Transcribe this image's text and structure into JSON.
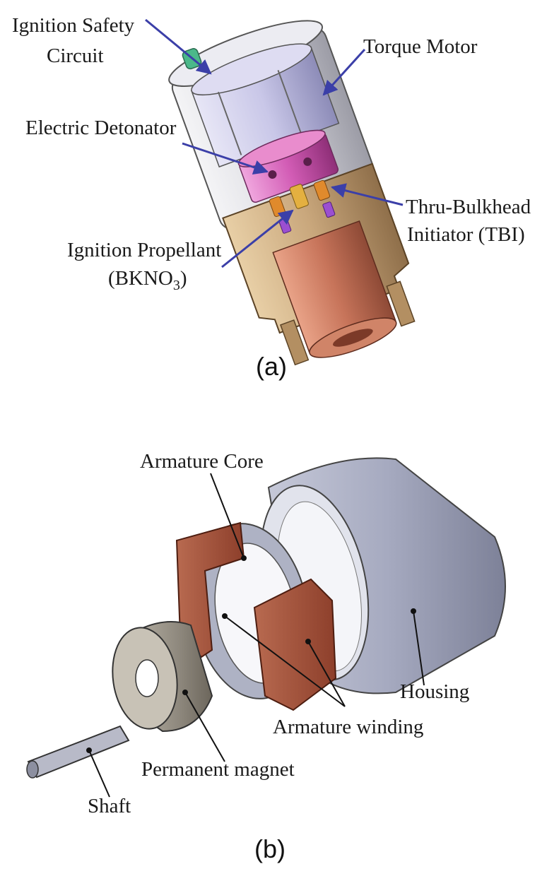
{
  "figure_a": {
    "caption": "(a)",
    "labels": {
      "ignition_safety_line1": "Ignition Safety",
      "ignition_safety_line2": "Circuit",
      "torque_motor": "Torque Motor",
      "electric_detonator": "Electric Detonator",
      "tbi_line1": "Thru-Bulkhead",
      "tbi_line2": "Initiator (TBI)",
      "propellant_line1": "Ignition Propellant",
      "propellant_line2_prefix": "(BKNO",
      "propellant_line2_sub": "3",
      "propellant_line2_suffix": ")"
    }
  },
  "figure_b": {
    "caption": "(b)",
    "labels": {
      "armature_core": "Armature Core",
      "housing": "Housing",
      "armature_winding": "Armature winding",
      "permanent_magnet": "Permanent magnet",
      "shaft": "Shaft"
    }
  },
  "colors": {
    "arrow_blue": "#3b3fa8",
    "pink_detonator": "#d25cb5",
    "copper": "#c7745a",
    "bronze_body": "#c9a77c",
    "lavender_motor": "#c9c8e6",
    "gray_housing": "#9aa0b6",
    "winding_brown": "#a4523b"
  }
}
